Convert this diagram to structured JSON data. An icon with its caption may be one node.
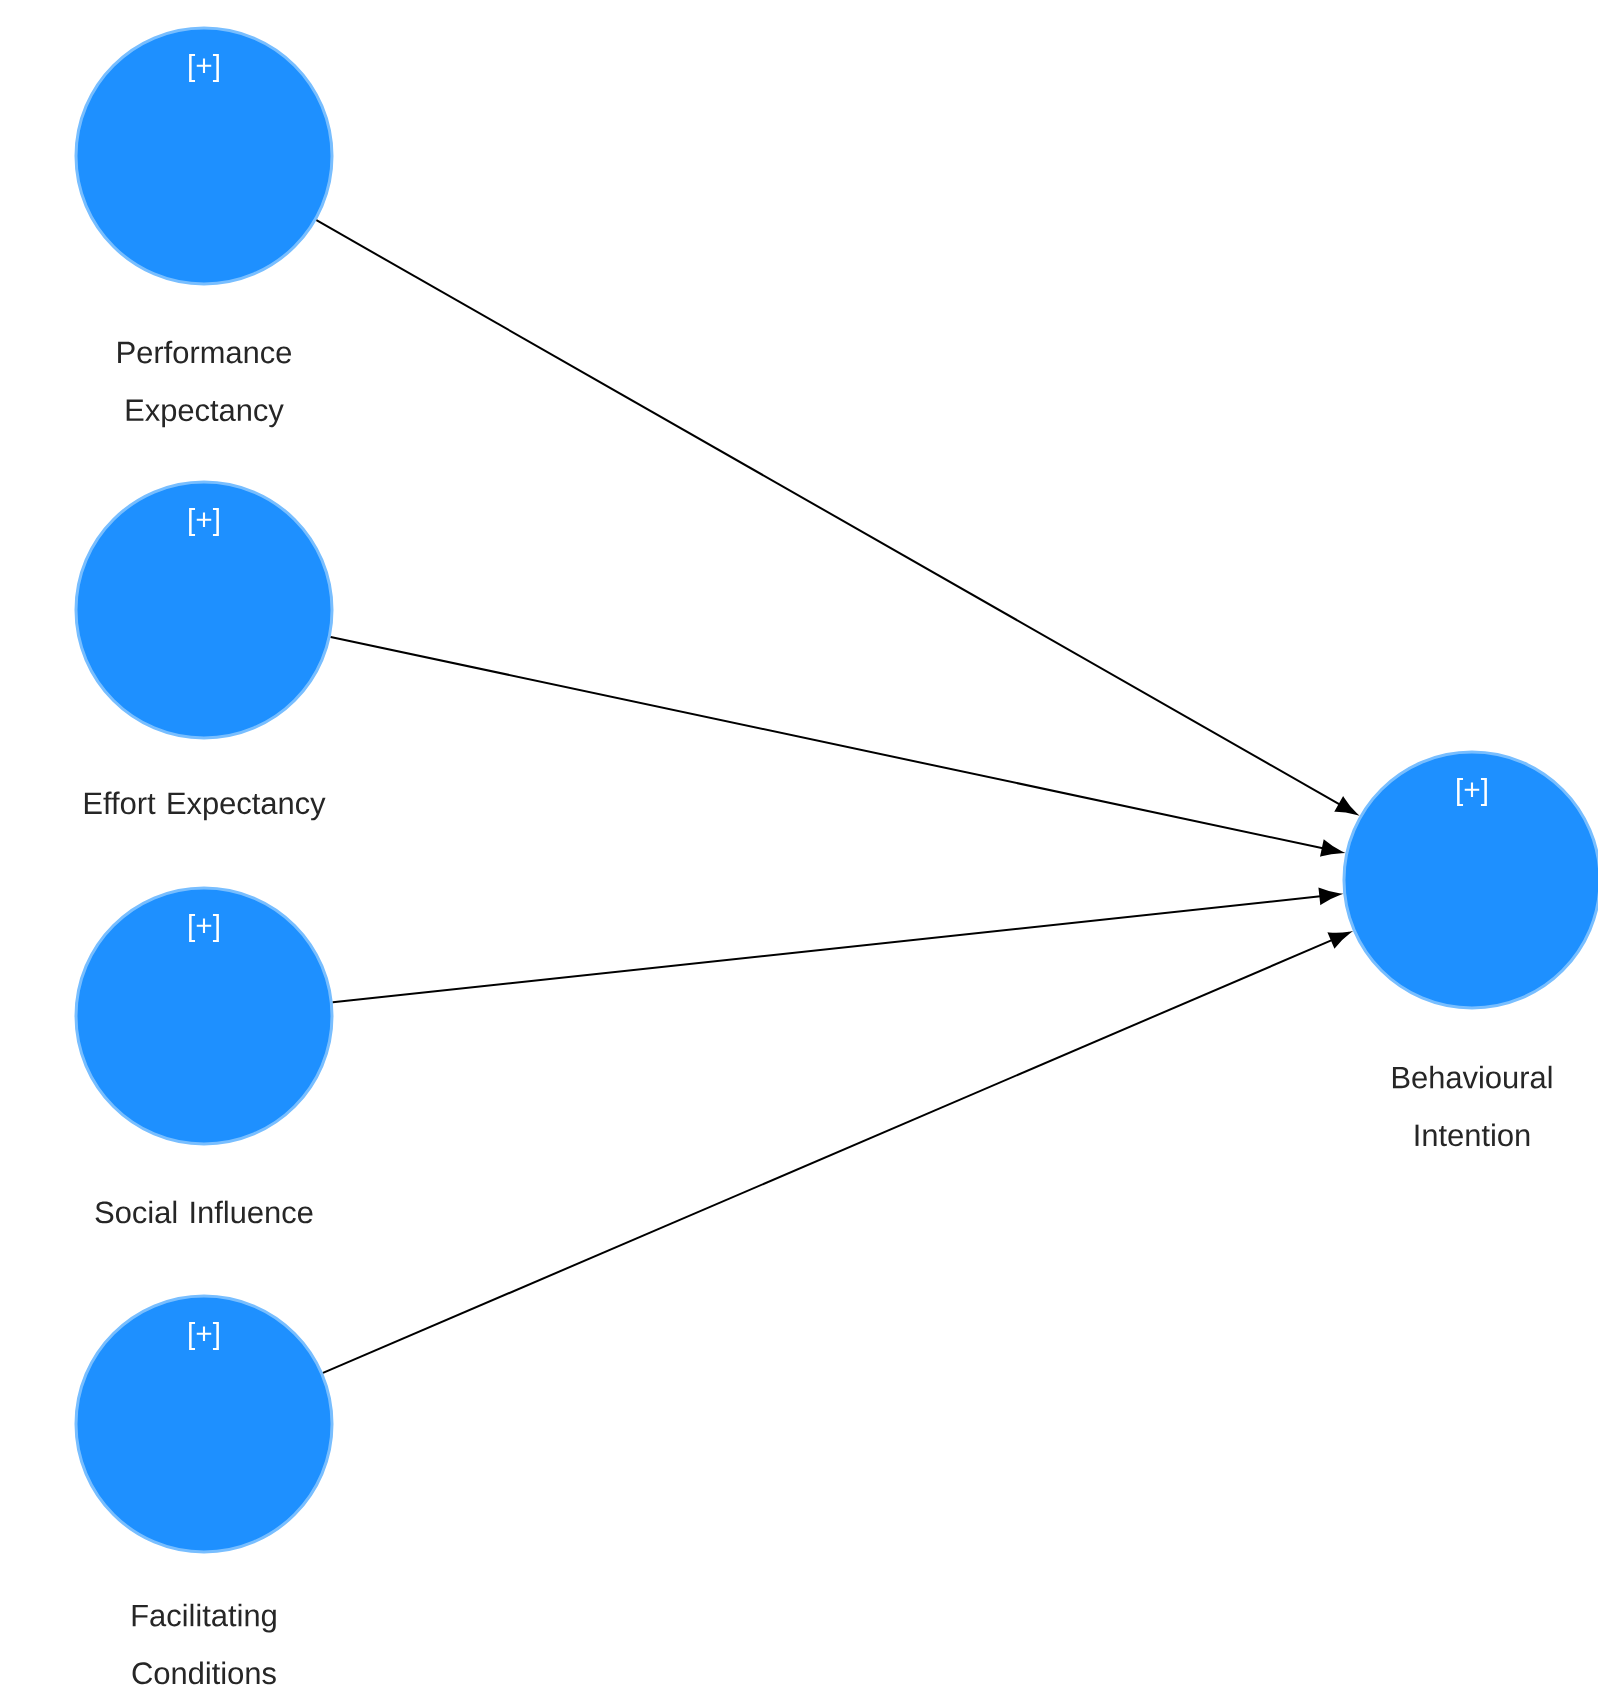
{
  "diagram": {
    "nodes": [
      {
        "text": [
          "[+]",
          "Performance Expectancy"
        ]
      },
      {
        "text": [
          "[+]",
          "Effort Expectancy"
        ]
      },
      {
        "text": [
          "[+]",
          "Social Influence"
        ]
      },
      {
        "text": [
          "[+]",
          "Facilitating Conditions"
        ]
      },
      {
        "text": [
          "[+]",
          "Behavioural Intention"
        ]
      }
    ],
    "edges": [
      {
        "from": 0,
        "to": 4,
        "arrow": "to"
      },
      {
        "from": 1,
        "to": 4,
        "arrow": "to"
      },
      {
        "from": 2,
        "to": 4,
        "arrow": "to"
      },
      {
        "from": 3,
        "to": 4,
        "arrow": "to"
      }
    ]
  }
}
